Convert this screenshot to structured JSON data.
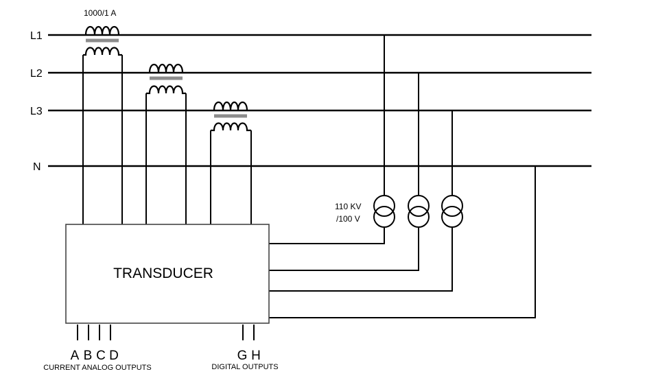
{
  "phase_labels": [
    "L1",
    "L2",
    "L3",
    "N"
  ],
  "ct_ratio": "1000/1 A",
  "vt_ratio": [
    "110 KV",
    "/100 V"
  ],
  "device_label": "TRANSDUCER",
  "analog_terminals": [
    "A",
    "B",
    "C",
    "D"
  ],
  "analog_caption": "CURRENT ANALOG OUTPUTS",
  "digital_terminals": [
    "G",
    "H"
  ],
  "digital_caption": "DIGITAL OUTPUTS",
  "colors": {
    "line": "#000000",
    "ct_core": "#8c8c8c",
    "box_border": "#444444"
  }
}
